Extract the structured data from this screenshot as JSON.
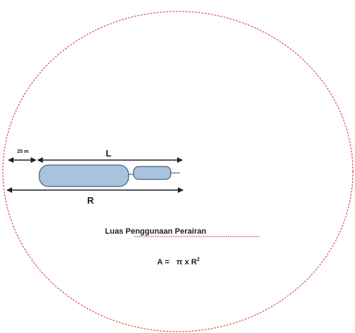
{
  "diagram": {
    "offset_label": "25 m",
    "length_label": "L",
    "radius_label": "R",
    "area_label_prefix": "Luas ",
    "area_label_underlined": "Penggunaan Perairan",
    "formula": {
      "lhs": "A =",
      "rhs": "π x R",
      "exponent": "2"
    },
    "colors": {
      "circle_outline": "#d9534f",
      "vessel_fill": "#a9c2de",
      "vessel_stroke": "#4a6485",
      "arrow": "#222222",
      "underline": "#c0392b",
      "text": "#1e1e1e"
    }
  }
}
